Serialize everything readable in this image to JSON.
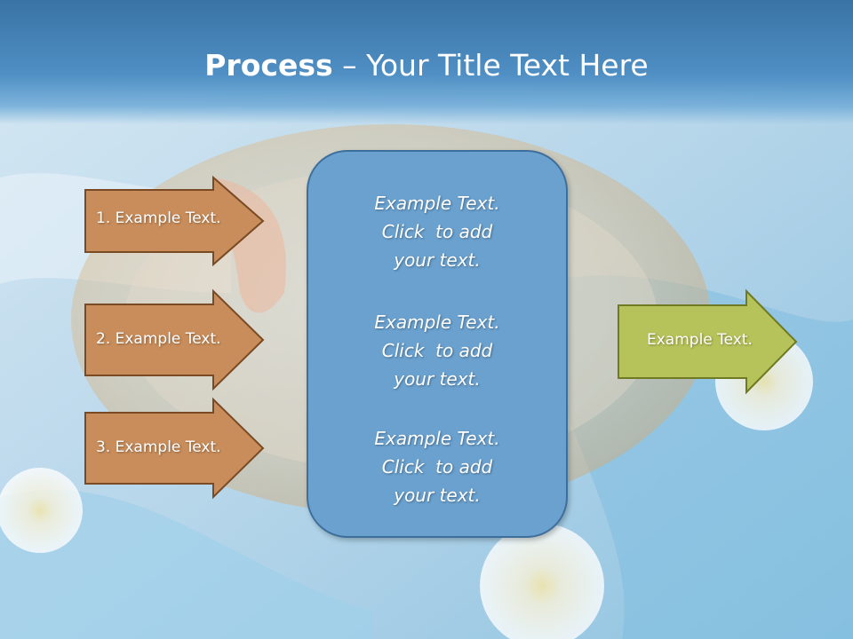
{
  "slide": {
    "title_bold": "Process",
    "title_rest": " – Your Title Text Here"
  },
  "left_arrows": [
    {
      "label": "1. Example Text."
    },
    {
      "label": "2. Example Text."
    },
    {
      "label": "3. Example Text."
    }
  ],
  "center_box": {
    "paragraphs": [
      {
        "line1": "Example Text.",
        "line2": "Click  to add",
        "line3": "your text."
      },
      {
        "line1": "Example Text.",
        "line2": "Click  to add",
        "line3": "your text."
      },
      {
        "line1": "Example Text.",
        "line2": "Click  to add",
        "line3": "your text."
      }
    ]
  },
  "right_arrow": {
    "label": "Example Text."
  },
  "colors": {
    "title_band": "#4a86bd",
    "left_arrow_fill": "#c98d5b",
    "left_arrow_stroke": "#7a4a24",
    "center_box_fill": "#6aa1cf",
    "center_box_stroke": "#3d6f9c",
    "right_arrow_fill": "#b6c35a",
    "right_arrow_stroke": "#6f7a22"
  }
}
